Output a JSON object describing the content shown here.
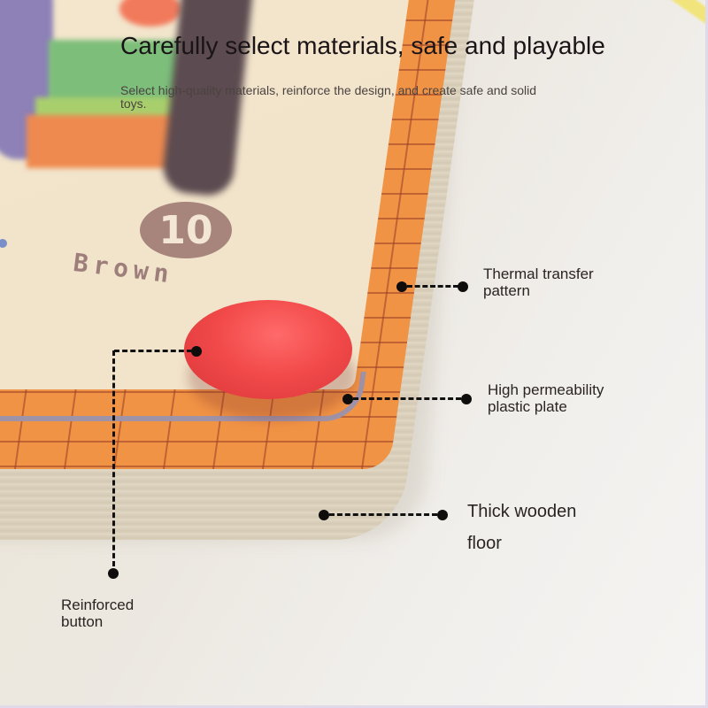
{
  "header": {
    "title": "Carefully select materials, safe and playable",
    "subtitle": "Select high-quality materials, reinforce the design, and create safe and solid toys."
  },
  "product": {
    "badge_number": "10",
    "color_name": "Brown",
    "colors": {
      "button_red": "#f24a4a",
      "brick_orange": "#f19345",
      "board_cream": "#f3e6cd",
      "plate_line": "#9f93a8",
      "wood_edge": "#ddd3bf"
    }
  },
  "callouts": [
    {
      "id": "thermal",
      "label_line1": "Thermal transfer",
      "label_line2": "pattern"
    },
    {
      "id": "plate",
      "label_line1": "High permeability",
      "label_line2": "plastic plate"
    },
    {
      "id": "floor",
      "label_line1": "Thick wooden",
      "label_line2": "floor"
    },
    {
      "id": "button",
      "label_line1": "Reinforced",
      "label_line2": "button"
    }
  ]
}
